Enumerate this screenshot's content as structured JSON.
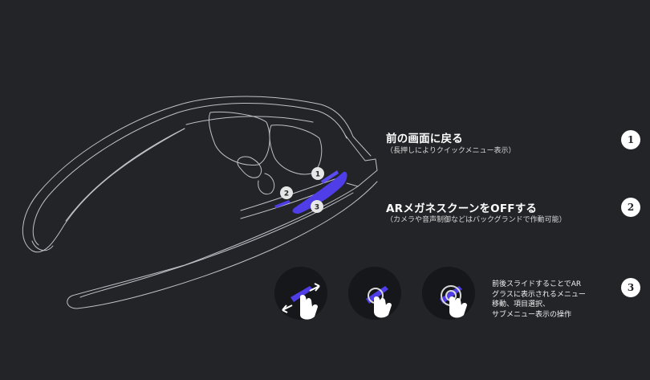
{
  "callouts": [
    {
      "number": "1",
      "title": "前の画面に戻る",
      "subtitle": "（長押しによりクイックメニュー表示）"
    },
    {
      "number": "2",
      "title": "ARメガネスクーンをOFFする",
      "subtitle": "（カメラや音声制御などはバックグランドで作動可能）"
    }
  ],
  "gestures": {
    "number": "3",
    "lines": [
      "前後スライドすることでAR",
      "グラスに表示されるメニュー",
      "移動、項目選択、",
      "サブメニュー表示の操作"
    ]
  },
  "device_labels": [
    "1",
    "2",
    "3"
  ],
  "colors": {
    "background": "#222428",
    "accent": "#4f3de8",
    "line": "#cfd2d6",
    "circle": "#ffffff"
  },
  "icons": [
    "swipe-gesture-icon",
    "tap-gesture-icon",
    "press-hold-gesture-icon"
  ]
}
